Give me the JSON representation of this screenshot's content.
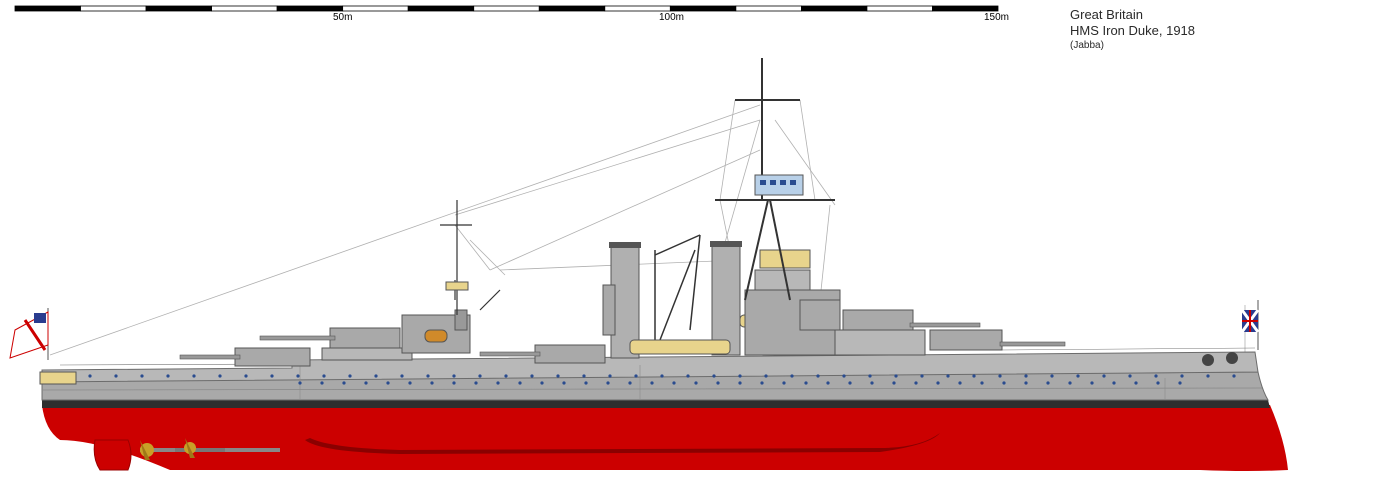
{
  "scale": {
    "labels": [
      "50m",
      "100m",
      "150m"
    ],
    "segments": 15,
    "colors": {
      "dark": "#000000",
      "light": "#ffffff"
    }
  },
  "caption": {
    "nation": "Great Britain",
    "ship": "HMS Iron Duke, 1918",
    "author": "(Jabba)"
  },
  "colors": {
    "hull_grey": "#a9a9a9",
    "upper_grey": "#b8b8b8",
    "boot_topping": "#2e2e2e",
    "hull_red": "#cc0000",
    "deck_tan": "#e8d48c",
    "porthole": "#2a4c8f",
    "brass": "#c8a028"
  }
}
